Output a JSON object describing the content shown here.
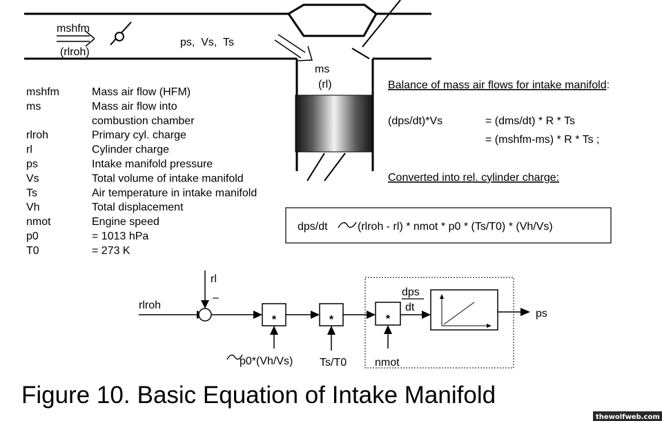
{
  "manifold": {
    "inlet_label": "mshfm",
    "inlet_sub_label": "(rlroh)",
    "state_label": "ps,  Vs,  Ts",
    "cylinder_label": "ms",
    "cylinder_sub_label": "(rl)"
  },
  "legend": [
    {
      "symbol": "mshfm",
      "text": "Mass air flow (HFM)"
    },
    {
      "symbol": "ms",
      "text": "Mass air flow into"
    },
    {
      "symbol": "",
      "text": "combustion chamber"
    },
    {
      "symbol": "rlroh",
      "text": "Primary cyl. charge"
    },
    {
      "symbol": "rl",
      "text": "Cylinder charge"
    },
    {
      "symbol": "ps",
      "text": "Intake manifold pressure"
    },
    {
      "symbol": "Vs",
      "text": "Total volume of intake manifold"
    },
    {
      "symbol": "Ts",
      "text": "Air temperature in intake manifold"
    },
    {
      "symbol": "Vh",
      "text": "Total displacement"
    },
    {
      "symbol": "nmot",
      "text": "Engine speed"
    },
    {
      "symbol": "p0",
      "text": "= 1013 hPa"
    },
    {
      "symbol": "T0",
      "text": "= 273 K"
    }
  ],
  "balance": {
    "heading": "Balance of mass air flows for intake manifold",
    "heading_suffix": ":",
    "lhs": "(dps/dt)*Vs",
    "rhs1": "= (dms/dt) * R * Ts",
    "rhs2": "= (mshfm-ms) * R * Ts ;",
    "converted_heading": "Converted into rel. cylinder charge:"
  },
  "equation": {
    "lhs": "dps/dt",
    "rhs": "(rlroh - rl) * nmot * p0 * (Ts/T0) * (Vh/Vs)"
  },
  "block_diagram": {
    "input_label": "rlroh",
    "feedback_label": "rl",
    "minus_sign": "–",
    "multiplier_symbol": "*",
    "factor1_label": "p0*(Vh/Vs)",
    "factor2_label": "Ts/T0",
    "factor3_label": "nmot",
    "integrator_num": "dps",
    "integrator_den": "dt",
    "output_label": "ps"
  },
  "caption": {
    "figure_number": "Figure 10.",
    "title": "Basic Equation of Intake Manifold"
  },
  "watermark": "thewolfweb.com"
}
